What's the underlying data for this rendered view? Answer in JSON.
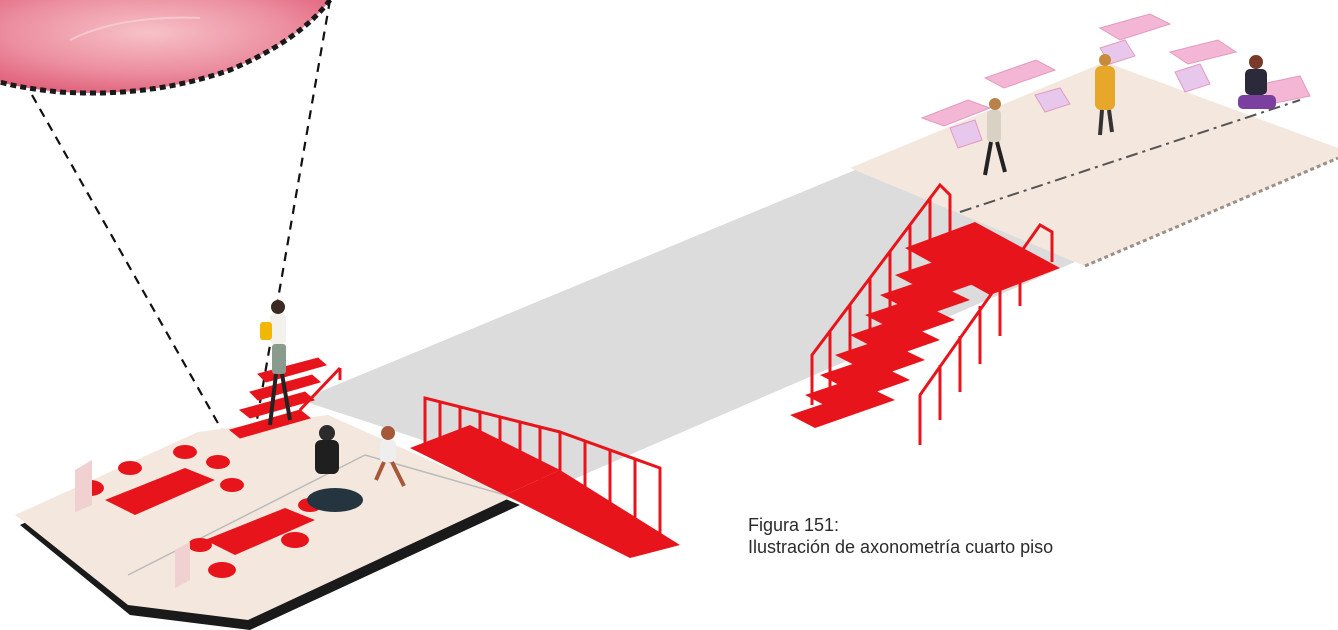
{
  "figure": {
    "label": "Figura 151:",
    "caption": "Ilustración de axonometría cuarto piso"
  },
  "colors": {
    "accent_red": "#e8141b",
    "floor_beige": "#f3e6dc",
    "walkway_grey": "#dadada",
    "table_pink": "#f3b6d4",
    "detail_bubble": "#e8778a",
    "slab_edge": "#1a1a1a"
  },
  "elements": {
    "detail_bubble": "magnified-detail-circle",
    "left_platform": "seating-platform-with-red-benches",
    "walkway": "grey-connecting-walkway",
    "stairs": [
      "short-stair-left",
      "ramp-stair-center",
      "main-stair-right"
    ],
    "right_deck": "terrace-with-pink-tables",
    "people": [
      "person-yellow-bag",
      "person-seated-black",
      "child-running",
      "person-walking",
      "person-yellow-coat",
      "person-seated-purple"
    ]
  }
}
